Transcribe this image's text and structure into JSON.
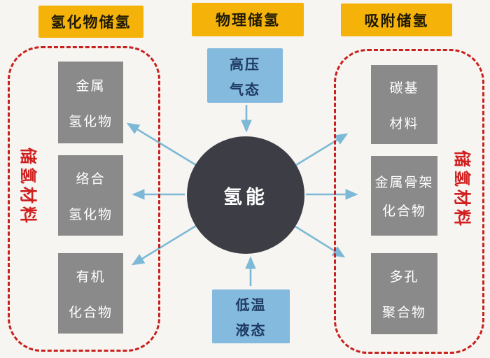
{
  "colors": {
    "background": "#f7f5f1",
    "header_yellow": "#f5b30a",
    "material_gray": "#8a8a8a",
    "state_blue": "#85badf",
    "center_dark": "#3d3d45",
    "dashed_border_red": "#c8201d",
    "side_label_red": "#d01f1f",
    "arrow_blue": "#7db9d6"
  },
  "headers": {
    "left": "氢化物储氢",
    "center": "物理储氢",
    "right": "吸附储氢"
  },
  "center_node": {
    "label": "氢能"
  },
  "physical": {
    "top": {
      "line1": "高压",
      "line2": "气态"
    },
    "bottom": {
      "line1": "低温",
      "line2": "液态"
    }
  },
  "left_group": {
    "side_label": "储氢材料",
    "items": [
      {
        "line1": "金属",
        "line2": "氢化物"
      },
      {
        "line1": "络合",
        "line2": "氢化物"
      },
      {
        "line1": "有机",
        "line2": "化合物"
      }
    ]
  },
  "right_group": {
    "side_label": "储氢材料",
    "items": [
      {
        "line1": "碳基",
        "line2": "材料"
      },
      {
        "line1": "金属骨架",
        "line2": "化合物"
      },
      {
        "line1": "多孔",
        "line2": "聚合物"
      }
    ]
  },
  "edges": [
    {
      "from": "高压气态",
      "to": "氢能"
    },
    {
      "from": "低温液态",
      "to": "氢能"
    },
    {
      "from": "氢能",
      "to": "金属氢化物"
    },
    {
      "from": "氢能",
      "to": "络合氢化物"
    },
    {
      "from": "氢能",
      "to": "有机化合物"
    },
    {
      "from": "氢能",
      "to": "碳基材料"
    },
    {
      "from": "氢能",
      "to": "金属骨架化合物"
    },
    {
      "from": "氢能",
      "to": "多孔聚合物"
    }
  ]
}
